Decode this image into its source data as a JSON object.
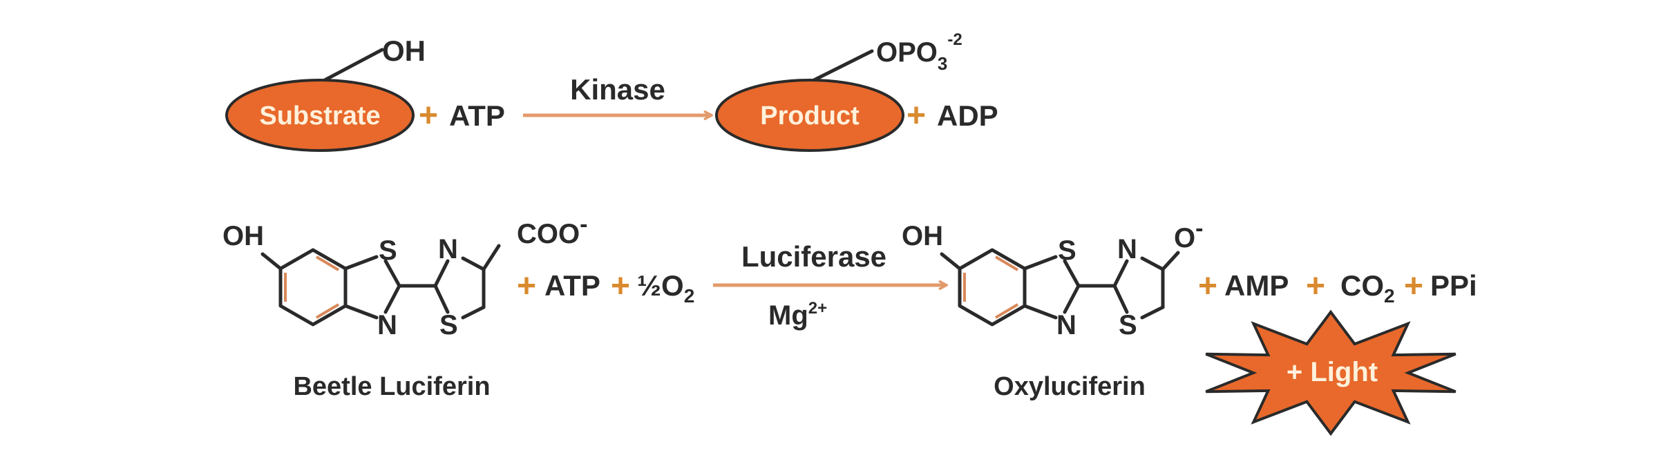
{
  "colors": {
    "orange": "#e8692b",
    "text": "#2a2a2a",
    "plus": "#d98a2e",
    "arrow": "#e39a6b"
  },
  "reaction1": {
    "substrate": "Substrate",
    "substrate_group": "OH",
    "plus1": "+",
    "cofactor": "ATP",
    "enzyme": "Kinase",
    "product": "Product",
    "product_group": "OPO",
    "product_group_sub": "3",
    "product_group_sup": "-2",
    "plus2": "+",
    "byproduct": "ADP"
  },
  "reaction2": {
    "reactant": {
      "oh": "OH",
      "s1": "S",
      "n1": "N",
      "n2": "N",
      "s2": "S",
      "group": "COO",
      "group_sup": "-",
      "name": "Beetle Luciferin"
    },
    "plus1": "+",
    "atp": "ATP",
    "plus2": "+",
    "o2_coef": "½",
    "o2": "O",
    "o2_sub": "2",
    "enzyme": "Luciferase",
    "cofactor": "Mg",
    "cofactor_sup": "2+",
    "product": {
      "oh": "OH",
      "s1": "S",
      "n1": "N",
      "n2": "N",
      "s2": "S",
      "group": "O",
      "group_sup": "-",
      "name": "Oxyluciferin"
    },
    "plus3": "+",
    "amp": "AMP",
    "plus4": "+",
    "co2": "CO",
    "co2_sub": "2",
    "plus5": "+",
    "ppi": "PPi",
    "light": "+ Light"
  }
}
